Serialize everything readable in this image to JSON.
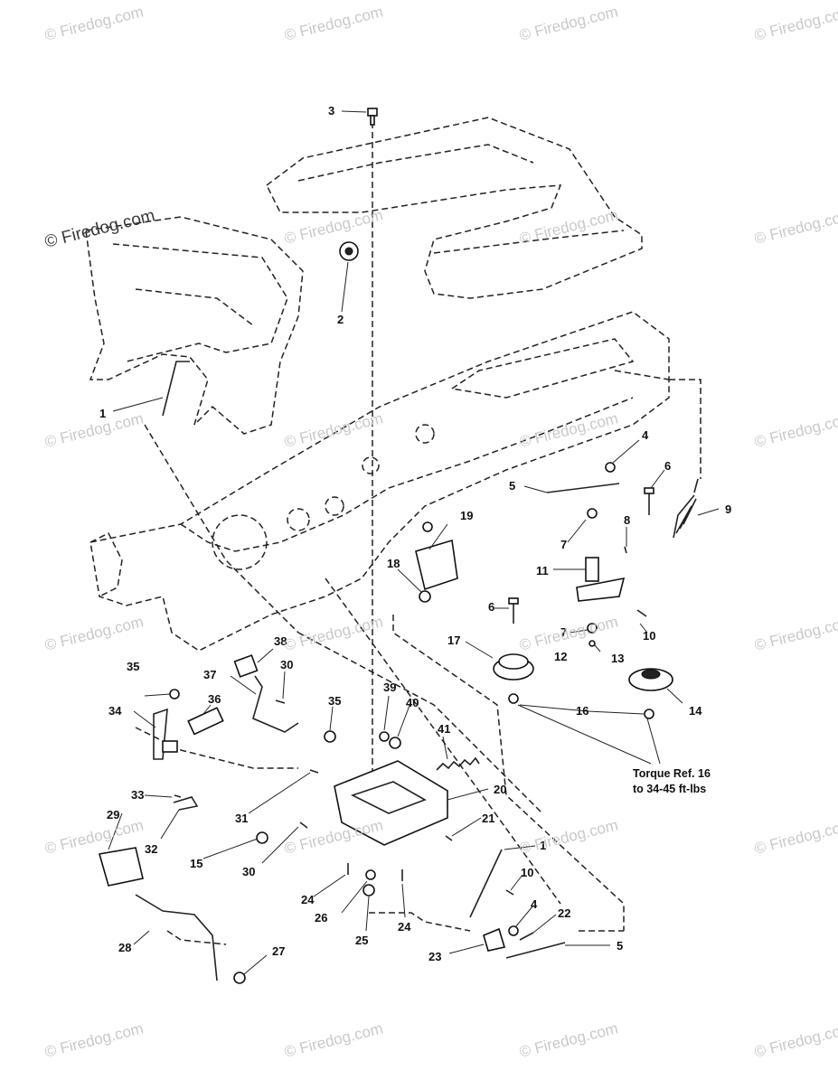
{
  "watermark": "© Firedog.com",
  "callouts": [
    "1",
    "2",
    "3",
    "4",
    "5",
    "6",
    "7",
    "8",
    "9",
    "10",
    "11",
    "12",
    "13",
    "14",
    "15",
    "16",
    "17",
    "18",
    "19",
    "20",
    "21",
    "22",
    "23",
    "24",
    "25",
    "26",
    "27",
    "28",
    "29",
    "30",
    "31",
    "32",
    "33",
    "34",
    "35",
    "36",
    "37",
    "38",
    "39",
    "40",
    "41"
  ],
  "note": {
    "line1": "Torque Ref. 16",
    "line2": "to 34-45 ft-lbs"
  },
  "colors": {
    "line": "#222222",
    "watermark": "#c9c9c9"
  }
}
